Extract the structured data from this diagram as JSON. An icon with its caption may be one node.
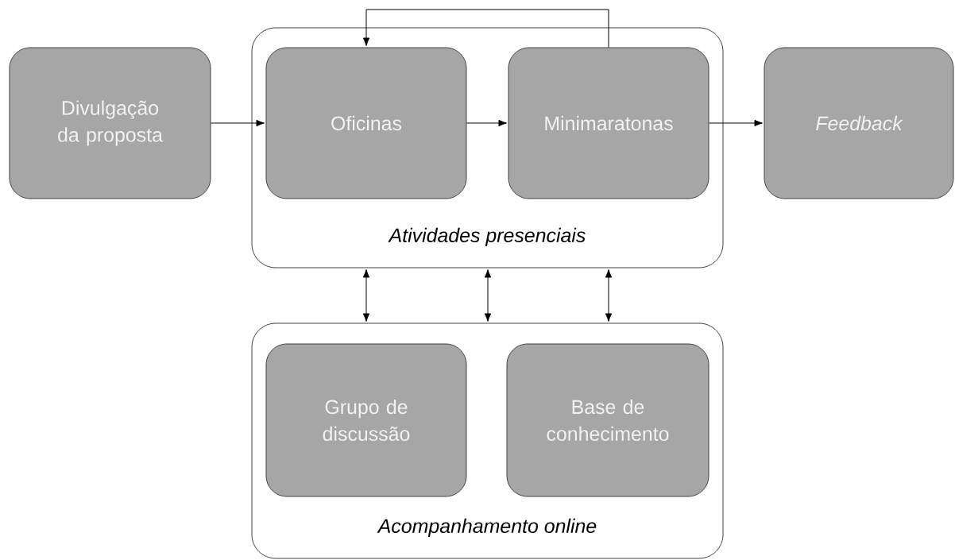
{
  "diagram": {
    "nodes": [
      {
        "text": [
          "Divulgação da proposta"
        ]
      },
      {
        "text": [
          "Atividades presenciais"
        ]
      },
      {
        "text": [
          "Oficinas"
        ],
        "in": 1
      },
      {
        "text": [
          "Minimaratonas"
        ],
        "in": 1
      },
      {
        "text": [
          "Feedback"
        ]
      },
      {
        "text": [
          "Acompanhamento online"
        ]
      },
      {
        "text": [
          "Grupo de discussão"
        ],
        "in": 5
      },
      {
        "text": [
          "Base de conhecimento"
        ],
        "in": 5
      }
    ],
    "edges": [
      {
        "from": 0,
        "to": 2,
        "arrow": "to"
      },
      {
        "from": 2,
        "to": 3,
        "arrow": "to"
      },
      {
        "from": 3,
        "to": 4,
        "arrow": "to"
      },
      {
        "from": 3,
        "to": 2,
        "arrow": "to"
      },
      {
        "from": 1,
        "to": 5,
        "arrow": "both"
      },
      {
        "from": 1,
        "to": 5,
        "arrow": "both"
      },
      {
        "from": 1,
        "to": 5,
        "arrow": "both"
      }
    ]
  }
}
